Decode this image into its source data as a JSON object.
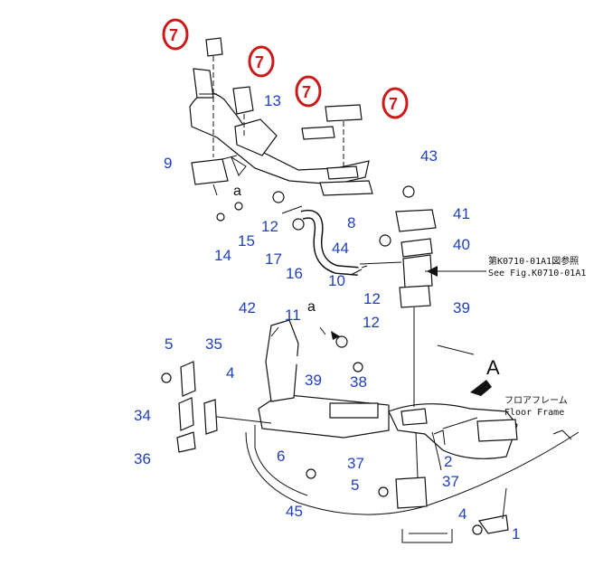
{
  "callouts": {
    "c7a": "7",
    "c7b": "7",
    "c7c": "7",
    "c7d": "7",
    "c13": "13",
    "c9": "9",
    "c43": "43",
    "c41": "41",
    "c40": "40",
    "c8": "8",
    "c12a": "12",
    "c15": "15",
    "c14": "14",
    "c17": "17",
    "c16": "16",
    "c44": "44",
    "c10": "10",
    "c12b": "12",
    "c39a": "39",
    "c42": "42",
    "c11": "11",
    "c12c": "12",
    "c5a": "5",
    "c35": "35",
    "c4a": "4",
    "c39b": "39",
    "c38": "38",
    "c34": "34",
    "c36": "36",
    "c6": "6",
    "c37a": "37",
    "c2": "2",
    "c5b": "5",
    "c37b": "37",
    "c45": "45",
    "c4b": "4",
    "c1": "1"
  },
  "letters": {
    "a1": "a",
    "a2": "a",
    "A": "A"
  },
  "notes": {
    "see_fig_jp": "第K0710-01A1図参照",
    "see_fig_en": "See Fig.K0710-01A1",
    "floor_frame_jp": "フロアフレーム",
    "floor_frame_en": "Floor Frame"
  },
  "colors": {
    "callout": "#1f3fbf",
    "highlight": "#cc1a1a",
    "line": "#111111"
  }
}
